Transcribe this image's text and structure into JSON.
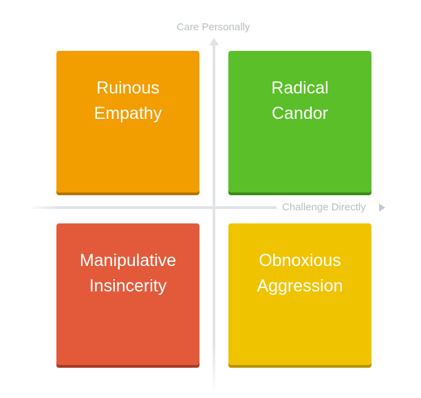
{
  "axes": {
    "y_label": "Care Personally",
    "x_label": "Challenge Directly"
  },
  "quadrants": {
    "top_left": {
      "line1": "Ruinous",
      "line2": "Empathy",
      "color": "#f29d00"
    },
    "top_right": {
      "line1": "Radical",
      "line2": "Candor",
      "color": "#5abf28"
    },
    "bottom_left": {
      "line1": "Manipulative",
      "line2": "Insincerity",
      "color": "#e25a3a"
    },
    "bottom_right": {
      "line1": "Obnoxious",
      "line2": "Aggression",
      "color": "#f0c300"
    }
  }
}
